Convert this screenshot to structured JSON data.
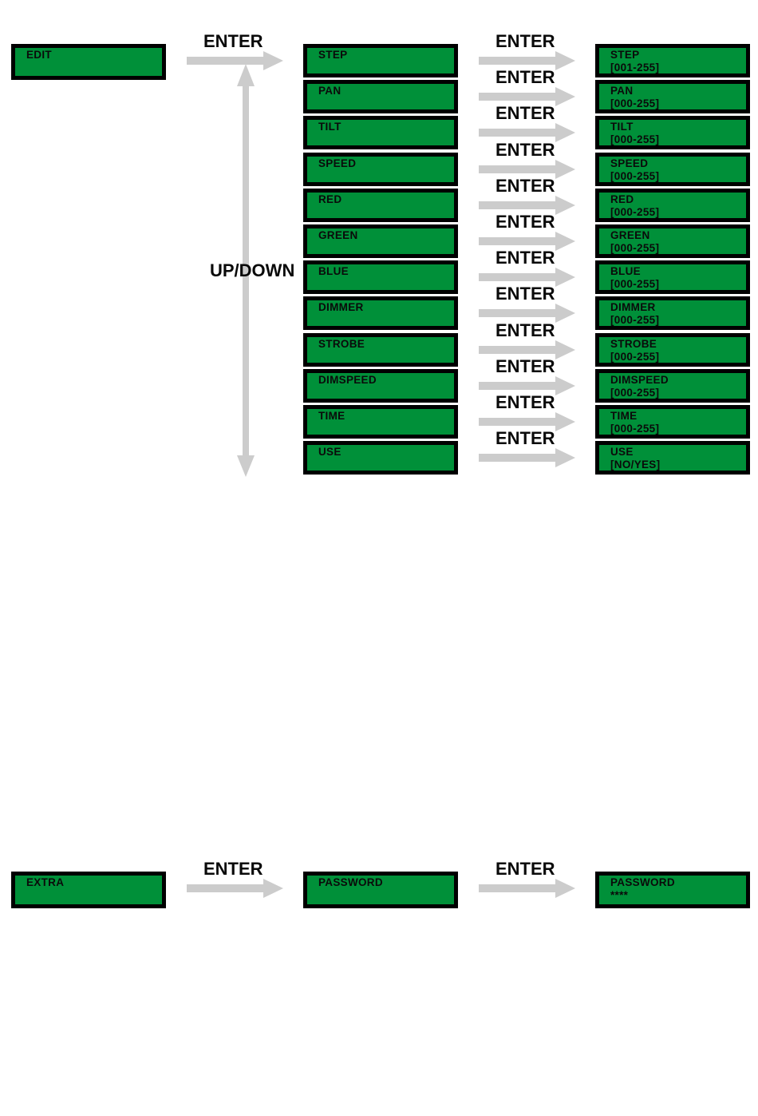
{
  "colors": {
    "lcd_fill": "#009039",
    "lcd_border": "#000000",
    "arrow": "#cccccc",
    "text": "#0a0a0a"
  },
  "enter_label": "ENTER",
  "updown_label": "UP/DOWN",
  "edit_menu": {
    "root": "EDIT",
    "items": [
      {
        "label": "STEP",
        "value": "[001-255]"
      },
      {
        "label": "PAN",
        "value": "[000-255]"
      },
      {
        "label": "TILT",
        "value": "[000-255]"
      },
      {
        "label": "SPEED",
        "value": "[000-255]"
      },
      {
        "label": "RED",
        "value": "[000-255]"
      },
      {
        "label": "GREEN",
        "value": "[000-255]"
      },
      {
        "label": "BLUE",
        "value": "[000-255]"
      },
      {
        "label": "DIMMER",
        "value": "[000-255]"
      },
      {
        "label": "STROBE",
        "value": "[000-255]"
      },
      {
        "label": "DIMSPEED",
        "value": "[000-255]"
      },
      {
        "label": "TIME",
        "value": "[000-255]"
      },
      {
        "label": "USE",
        "value": "[NO/YES]"
      }
    ]
  },
  "extra_menu": {
    "root": "EXTRA",
    "item": "PASSWORD",
    "result_label": "PASSWORD",
    "result_value": "****"
  }
}
